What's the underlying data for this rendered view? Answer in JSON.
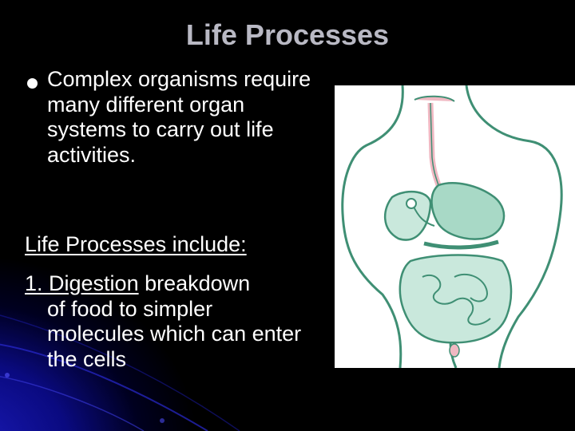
{
  "slide": {
    "title": "Life Processes",
    "bullets": [
      {
        "text": "Complex organisms require many different organ systems to carry out life activities."
      }
    ],
    "subheading": "Life Processes include:",
    "items": [
      {
        "term": "1. Digestion",
        "definition": "breakdown",
        "continuation": "of food to simpler molecules which can enter the cells"
      }
    ]
  },
  "figure": {
    "icon": "digestive-system-illustration",
    "colors": {
      "outline": "#3f8f74",
      "organ_fill": "#c9e8dc",
      "stomach_fill": "#a8d9c6",
      "accent_pink": "#f0b8c2"
    }
  },
  "theme": {
    "background": "#000000",
    "accent_blue": "#0a0a80",
    "title_color": "#b9b9c4",
    "text_color": "#ffffff"
  }
}
